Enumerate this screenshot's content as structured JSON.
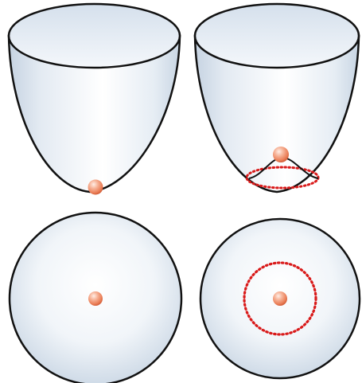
{
  "colors": {
    "background": "#ffffff",
    "outline": "#111111",
    "bowl_fill_light": "#ffffff",
    "bowl_fill_shade": "#cdd9e6",
    "ball_highlight": "#ffe7dc",
    "ball_mid": "#f29b78",
    "ball_dark": "#c9502a",
    "orbit_dotted": "#d91a1a"
  },
  "panels": [
    {
      "view": "side",
      "potential": "single-well",
      "ball": "at-bottom"
    },
    {
      "view": "side",
      "potential": "mexican-hat",
      "ball": "on-central-hump",
      "orbit": "dotted-ring-in-trough"
    },
    {
      "view": "top",
      "potential": "single-well",
      "ball": "center"
    },
    {
      "view": "top",
      "potential": "mexican-hat",
      "ball": "center",
      "orbit": "dotted-ring"
    }
  ]
}
